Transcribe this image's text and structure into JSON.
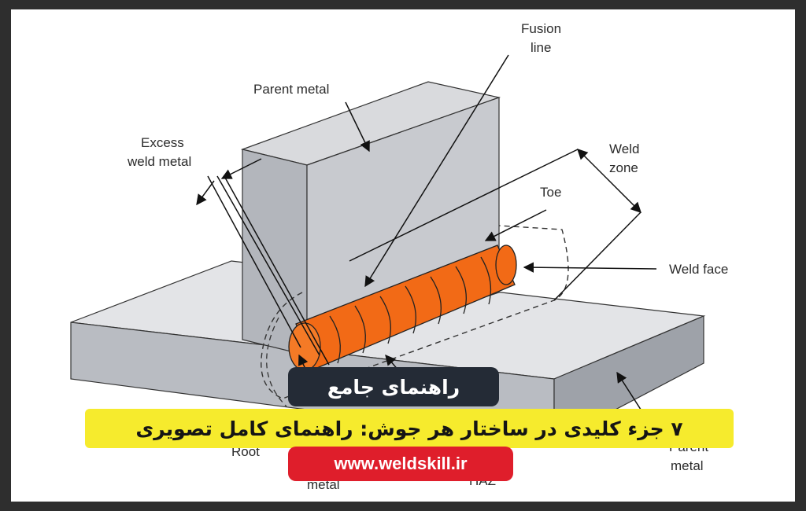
{
  "labels": {
    "fusion_line_1": "Fusion",
    "fusion_line_2": "line",
    "parent_metal_top": "Parent metal",
    "excess_1": "Excess",
    "excess_2": "weld metal",
    "weld_zone_1": "Weld",
    "weld_zone_2": "zone",
    "toe": "Toe",
    "weld_face": "Weld face",
    "root": "Root",
    "weld_metal_partial": "metal",
    "haz": "HAZ",
    "parent_metal_br_1": "Parent",
    "parent_metal_br_2": "metal"
  },
  "overlay": {
    "badge": "راهنمای جامع",
    "title": "۷ جزء کلیدی در ساختار هر جوش: راهنمای کامل تصویری",
    "url": "www.weldskill.ir"
  },
  "colors": {
    "metal_face": "#c7cacf",
    "metal_light": "#e6e7ea",
    "metal_dark": "#a9adb3",
    "weld": "#f26a16",
    "badge_bg": "#242b36",
    "banner_bg": "#f6eb2d",
    "url_bg": "#df1e2b"
  }
}
